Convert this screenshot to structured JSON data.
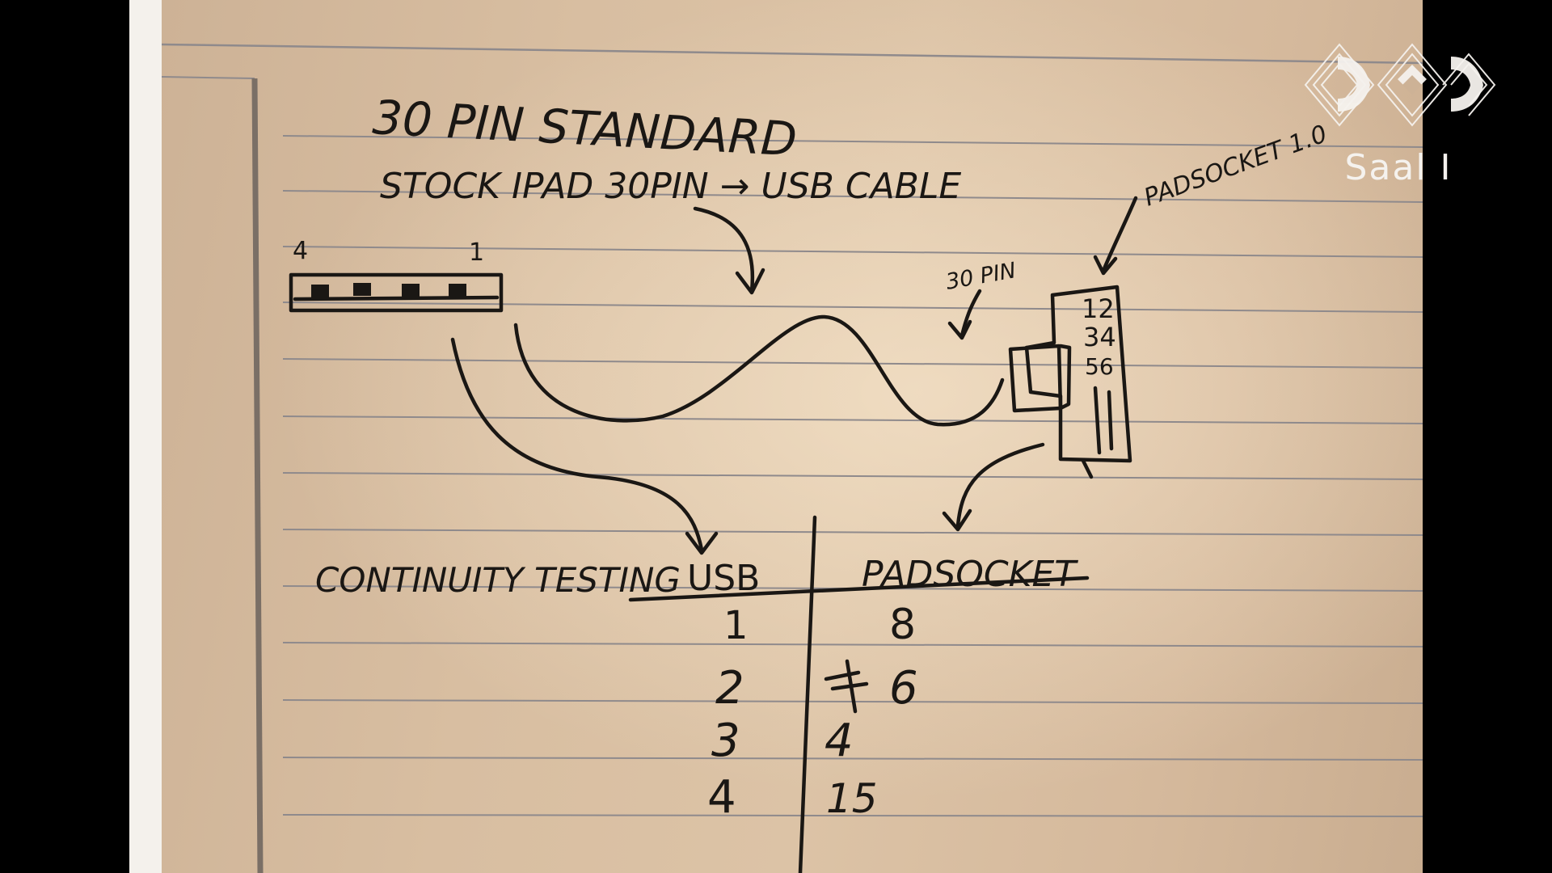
{
  "notes": {
    "title": "30 PIN STANDARD",
    "subtitle": "STOCK IPAD 30PIN → USB CABLE",
    "pin_label_left": "4",
    "pin_label_right": "1",
    "connector_label": "30 PIN",
    "socket_label": "PADSOCKET 1.0",
    "socket_pins": [
      "12",
      "34",
      "56"
    ],
    "continuity_label": "CONTINUITY TESTING",
    "table": {
      "headers": [
        "USB",
        "PADSOCKET"
      ],
      "rows": [
        [
          "1",
          "8"
        ],
        [
          "2",
          "6"
        ],
        [
          "3",
          "4"
        ],
        [
          "4",
          "15"
        ]
      ]
    }
  },
  "logo": {
    "text": "Saal I",
    "icon": "cccamp-diamond-logo"
  },
  "colors": {
    "paper": "#d8bea1",
    "ink": "#1a1714",
    "rule_line": "#8f8a8c",
    "margin_line": "#7a6f66",
    "logo": "#f5f2ee"
  }
}
